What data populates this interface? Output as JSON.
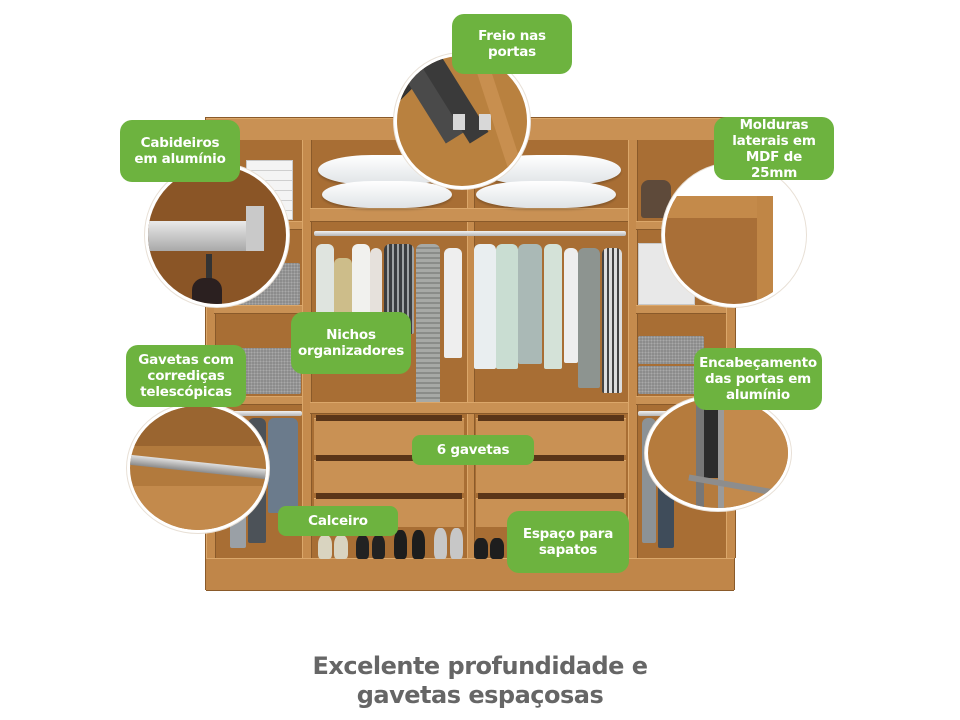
{
  "callouts": {
    "freio": {
      "line1": "Freio nas",
      "line2": "portas"
    },
    "cabideiros": {
      "line1": "Cabideiros",
      "line2": "em alumínio"
    },
    "molduras": {
      "line1": "Molduras",
      "line2": "laterais em",
      "line3": "MDF de 25mm"
    },
    "nichos": {
      "line1": "Nichos",
      "line2": "organizadores"
    },
    "gavetas_corredicas": {
      "line1": "Gavetas com",
      "line2": "corrediças",
      "line3": "telescópicas"
    },
    "encabecamento": {
      "line1": "Encabeçamento",
      "line2": "das portas em",
      "line3": "alumínio"
    },
    "seis_gavetas": {
      "line1": "6 gavetas"
    },
    "calceiro": {
      "line1": "Calceiro"
    },
    "espaco_sapatos": {
      "line1": "Espaço para",
      "line2": "sapatos"
    }
  },
  "caption": {
    "line1": "Excelente profundidade e",
    "line2": "gavetas espaçosas"
  },
  "colors": {
    "callout_green": "#6db33f",
    "caption_gray": "#666666",
    "wood": "#b67c3e"
  }
}
